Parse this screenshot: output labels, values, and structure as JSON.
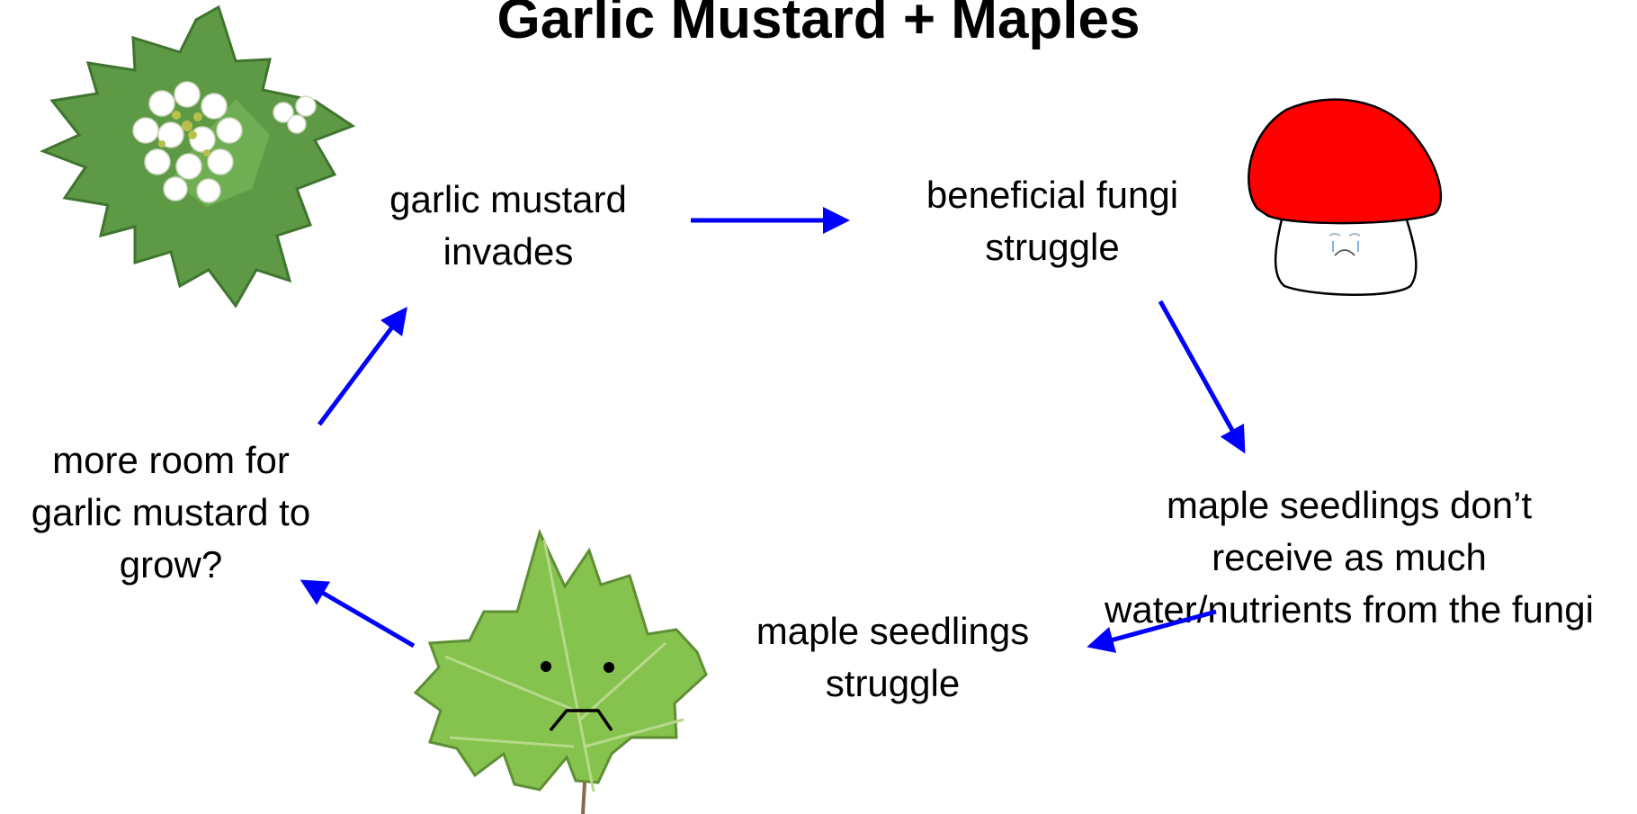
{
  "title": "Garlic Mustard + Maples",
  "nodes": {
    "invade": [
      "garlic mustard",
      "invades"
    ],
    "fungi": [
      "beneficial fungi",
      "struggle"
    ],
    "water": [
      "maple seedlings don’t",
      "receive as much",
      "water/nutrients from the fungi"
    ],
    "maple": [
      "maple seedlings",
      "struggle"
    ],
    "room": [
      "more room for",
      "garlic mustard to",
      "grow?"
    ]
  },
  "colors": {
    "arrow": "#0000ff",
    "mustard_leaf": "#5e9a45",
    "mushroom_cap": "#ff0000",
    "maple_leaf": "#86c24e"
  },
  "icons": [
    "garlic-mustard-plant-icon",
    "sad-mushroom-icon",
    "sad-maple-leaf-icon"
  ]
}
